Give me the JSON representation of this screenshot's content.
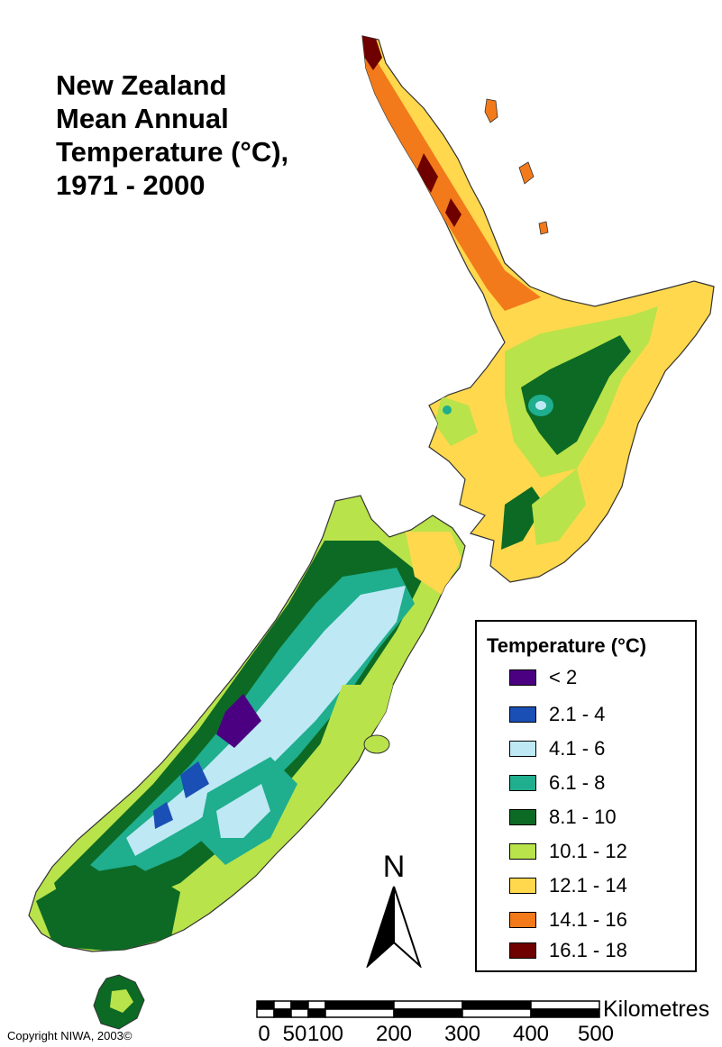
{
  "title": {
    "lines": [
      "New Zealand",
      "Mean Annual",
      "Temperature (°C),",
      "1971 - 2000"
    ]
  },
  "legend": {
    "title": "Temperature (°C)",
    "classes": [
      {
        "label": "< 2",
        "color": "#4b0082"
      },
      {
        "label": "2.1 - 4",
        "color": "#1a4fb5"
      },
      {
        "label": "4.1 - 6",
        "color": "#bfe8f5"
      },
      {
        "label": "6.1 - 8",
        "color": "#1fae8e"
      },
      {
        "label": "8.1 - 10",
        "color": "#0c6a24"
      },
      {
        "label": "10.1 - 12",
        "color": "#b9e34a"
      },
      {
        "label": "12.1 - 14",
        "color": "#ffd84d"
      },
      {
        "label": "14.1 - 16",
        "color": "#f27a1a"
      },
      {
        "label": "16.1 - 18",
        "color": "#6e0000"
      }
    ]
  },
  "north_arrow": {
    "label": "N"
  },
  "scale_bar": {
    "unit": "Kilometres",
    "ticks": [
      "0",
      "50",
      "100",
      "200",
      "300",
      "400",
      "500"
    ]
  },
  "copyright": "Copyright NIWA, 2003©"
}
